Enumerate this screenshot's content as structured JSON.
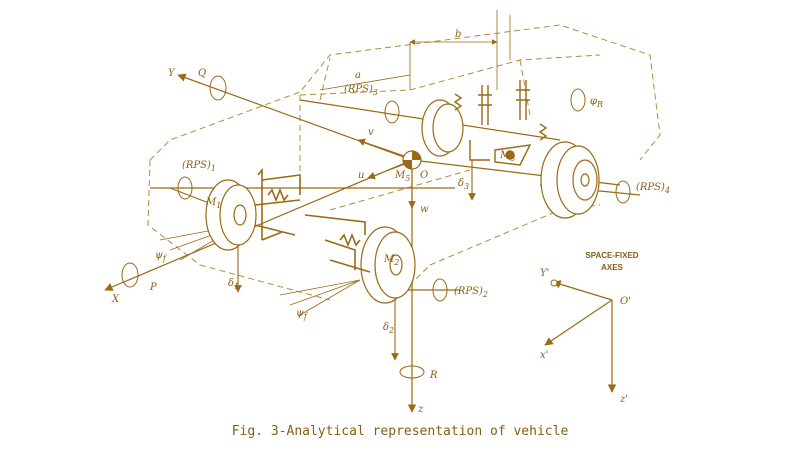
{
  "caption": "Fig. 3-Analytical representation of vehicle",
  "space_axes": {
    "title_line1": "SPACE-FIXED",
    "title_line2": "AXES",
    "y_label": "Y'",
    "x_label": "x'",
    "z_label": "z'",
    "origin_label": "O'"
  },
  "labels": {
    "y_axis": "Y",
    "q": "Q",
    "x_axis": "X",
    "p": "P",
    "z_axis": "z",
    "r": "R",
    "w": "w",
    "u": "u",
    "v": "v",
    "o": "O",
    "a": "a",
    "b": "b",
    "rps1": "(RPS)",
    "rps1_sub": "1",
    "rps2": "(RPS)",
    "rps2_sub": "2",
    "rps3": "(RPS)",
    "rps3_sub": "3",
    "rps4": "(RPS)",
    "rps4_sub": "4",
    "m1": "M",
    "m1_sub": "1",
    "m2": "M",
    "m2_sub": "2",
    "m3": "M",
    "m3_sub": "3",
    "m5": "M",
    "m5_sub": "5",
    "d1": "δ",
    "d1_sub": "1",
    "d2": "δ",
    "d2_sub": "2",
    "d3": "δ",
    "d3_sub": "3",
    "psi_f1": "ψ",
    "psi_f1_sub": "f",
    "psi_f2": "ψ",
    "psi_f2_sub": "f",
    "phi_r": "φ",
    "phi_r_sub": "R"
  },
  "colors": {
    "ink": "#9a6a14",
    "background": "#ffffff"
  }
}
